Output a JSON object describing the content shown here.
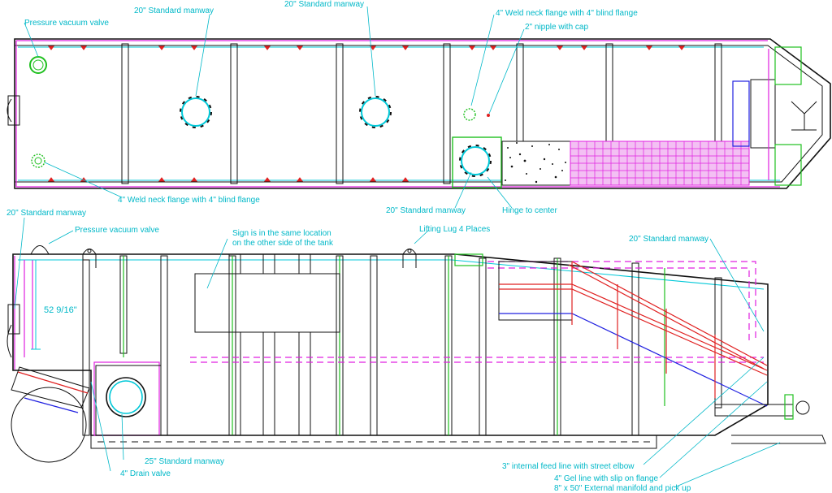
{
  "top_view": {
    "labels": {
      "pressure_vacuum_valve": "Pressure vacuum valve",
      "manway_20_a": "20\" Standard manway",
      "manway_20_b": "20\" Standard manway",
      "weld_neck_flange_top": "4\" Weld neck flange with 4\" blind flange",
      "nipple_with_cap": "2\" nipple with cap",
      "weld_neck_flange_bottom": "4\" Weld neck flange with 4\" blind flange",
      "manway_20_c": "20\" Standard manway",
      "hinge_to_center": "Hinge to center"
    }
  },
  "side_view": {
    "labels": {
      "manway_20_left": "20\" Standard manway",
      "pressure_vacuum_valve": "Pressure vacuum valve",
      "sign_note_line1": "Sign is in the same location",
      "sign_note_line2": "on the other side of the tank",
      "lifting_lug": "Lifting Lug 4 Places",
      "manway_20_right": "20\" Standard manway",
      "dimension": "52 9/16\"",
      "manway_25": "25\" Standard manway",
      "drain_valve": "4\" Drain valve",
      "internal_feed_line": "3\" internal feed line with street elbow",
      "gel_line": "4\" Gel line with slip on flange",
      "external_manifold": "8\" x 50\" External manifold and pick up"
    }
  },
  "colors": {
    "outline": "#111111",
    "annotation": "#00b8c8",
    "magenta": "#e020e0",
    "green": "#20c020",
    "red": "#e02020",
    "blue": "#2020e0"
  }
}
